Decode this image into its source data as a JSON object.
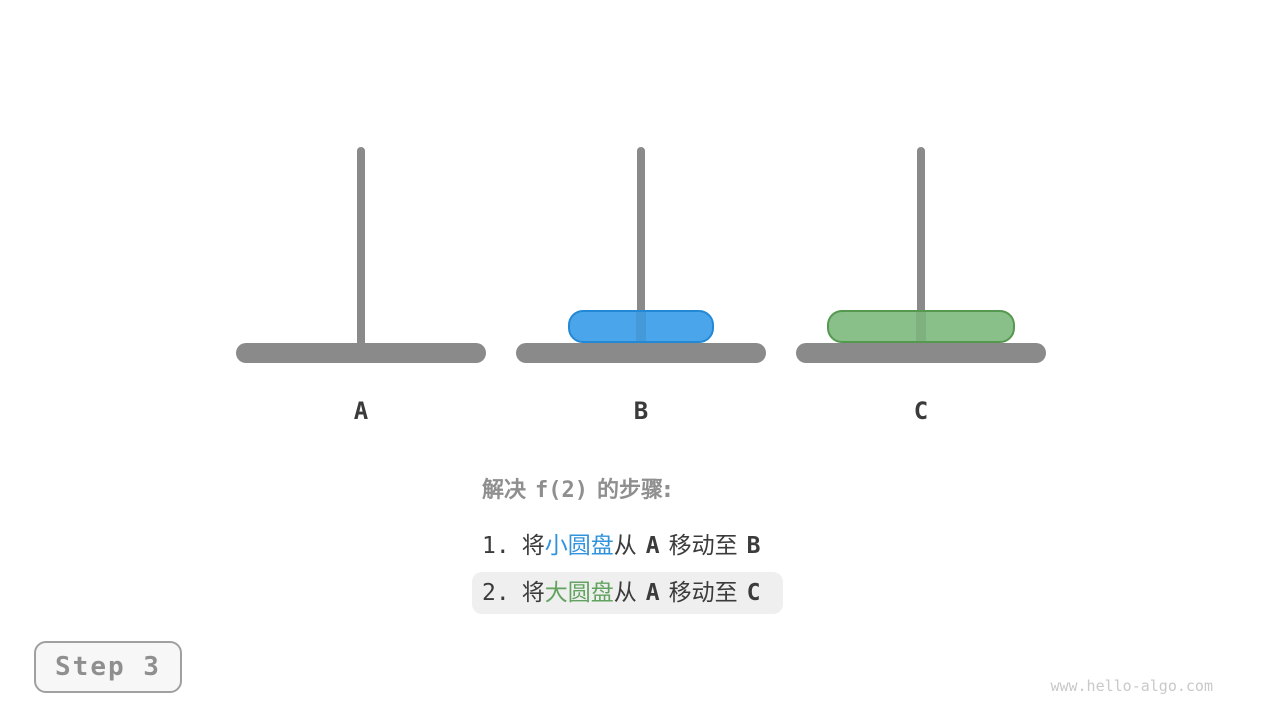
{
  "colors": {
    "peg": "#8a8a8a",
    "disk-small-fill": "#4aa5ea",
    "disk-small-border": "#2389d6",
    "disk-large-fill": "#89bf89",
    "disk-large-border": "#55984f",
    "text-dark": "#3b3b3b",
    "text-gray": "#8f8f8f",
    "text-blue": "#3093dc",
    "text-green": "#61a35f",
    "highlight-bg": "#efefef",
    "badge-border": "#a0a0a0",
    "badge-bg": "#f7f7f7",
    "watermark": "#c9c9c9"
  },
  "figure": {
    "pegs": [
      {
        "id": "A",
        "label": "A",
        "disk": null
      },
      {
        "id": "B",
        "label": "B",
        "disk": "small"
      },
      {
        "id": "C",
        "label": "C",
        "disk": "large"
      }
    ],
    "disk_names": {
      "small": "小圆盘",
      "large": "大圆盘"
    }
  },
  "caption": {
    "title_pre": "解决",
    "title_func": "f(2)",
    "title_post": "的步骤:",
    "steps": [
      {
        "num": "1.",
        "action_pre": "将",
        "disk": "小圆盘",
        "action_mid": "从",
        "src": "A",
        "action_verb": "移动至",
        "dst": "B",
        "highlighted": false
      },
      {
        "num": "2.",
        "action_pre": "将",
        "disk": "大圆盘",
        "action_mid": "从",
        "src": "A",
        "action_verb": "移动至",
        "dst": "C",
        "highlighted": true
      }
    ]
  },
  "badge": {
    "label": "Step 3"
  },
  "watermark": "www.hello-algo.com"
}
